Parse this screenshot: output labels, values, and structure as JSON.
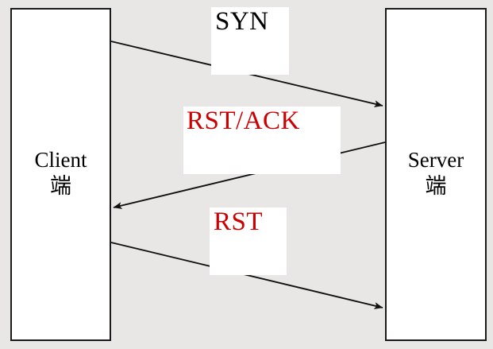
{
  "diagram": {
    "type": "sequence-diagram",
    "title": "",
    "background_color": "#e8e7e6",
    "participants": [
      {
        "id": "client",
        "label_en": "Client",
        "label_cn": "端",
        "side": "left"
      },
      {
        "id": "server",
        "label_en": "Server",
        "label_cn": "端",
        "side": "right"
      }
    ],
    "messages": [
      {
        "id": "msg-syn",
        "label": "SYN",
        "color": "#000000",
        "direction": "client-to-server",
        "order": 1
      },
      {
        "id": "msg-rst-ack",
        "label": "RST/ACK",
        "color": "#cc0000",
        "direction": "server-to-client",
        "order": 2
      },
      {
        "id": "msg-rst",
        "label": "RST",
        "color": "#cc0000",
        "direction": "client-to-server",
        "order": 3
      }
    ],
    "arrow_color": "#111111"
  }
}
